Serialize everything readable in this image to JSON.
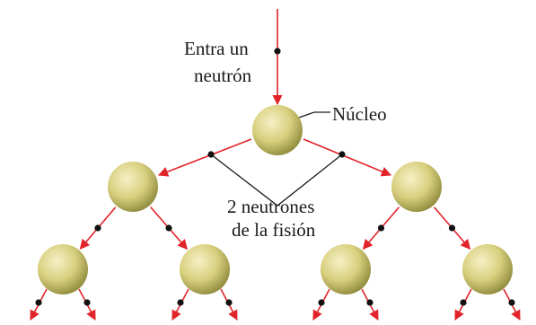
{
  "labels": {
    "incoming_line1": "Entra un",
    "incoming_line2": "neutrón",
    "nucleus": "Núcleo",
    "fission_line1": "2 neutrones",
    "fission_line2": "de la fisión"
  },
  "colors": {
    "arrow": "#e0242a",
    "dot": "#111111",
    "nucleus_light": "#f6f0c6",
    "nucleus_mid": "#d8cf7e",
    "nucleus_dark": "#8e8a3c",
    "pointer_line": "#1a1a1a"
  },
  "structure": {
    "generations": 3,
    "nuclei_per_generation": [
      1,
      2,
      4
    ],
    "neutrons_per_fission": 2
  }
}
